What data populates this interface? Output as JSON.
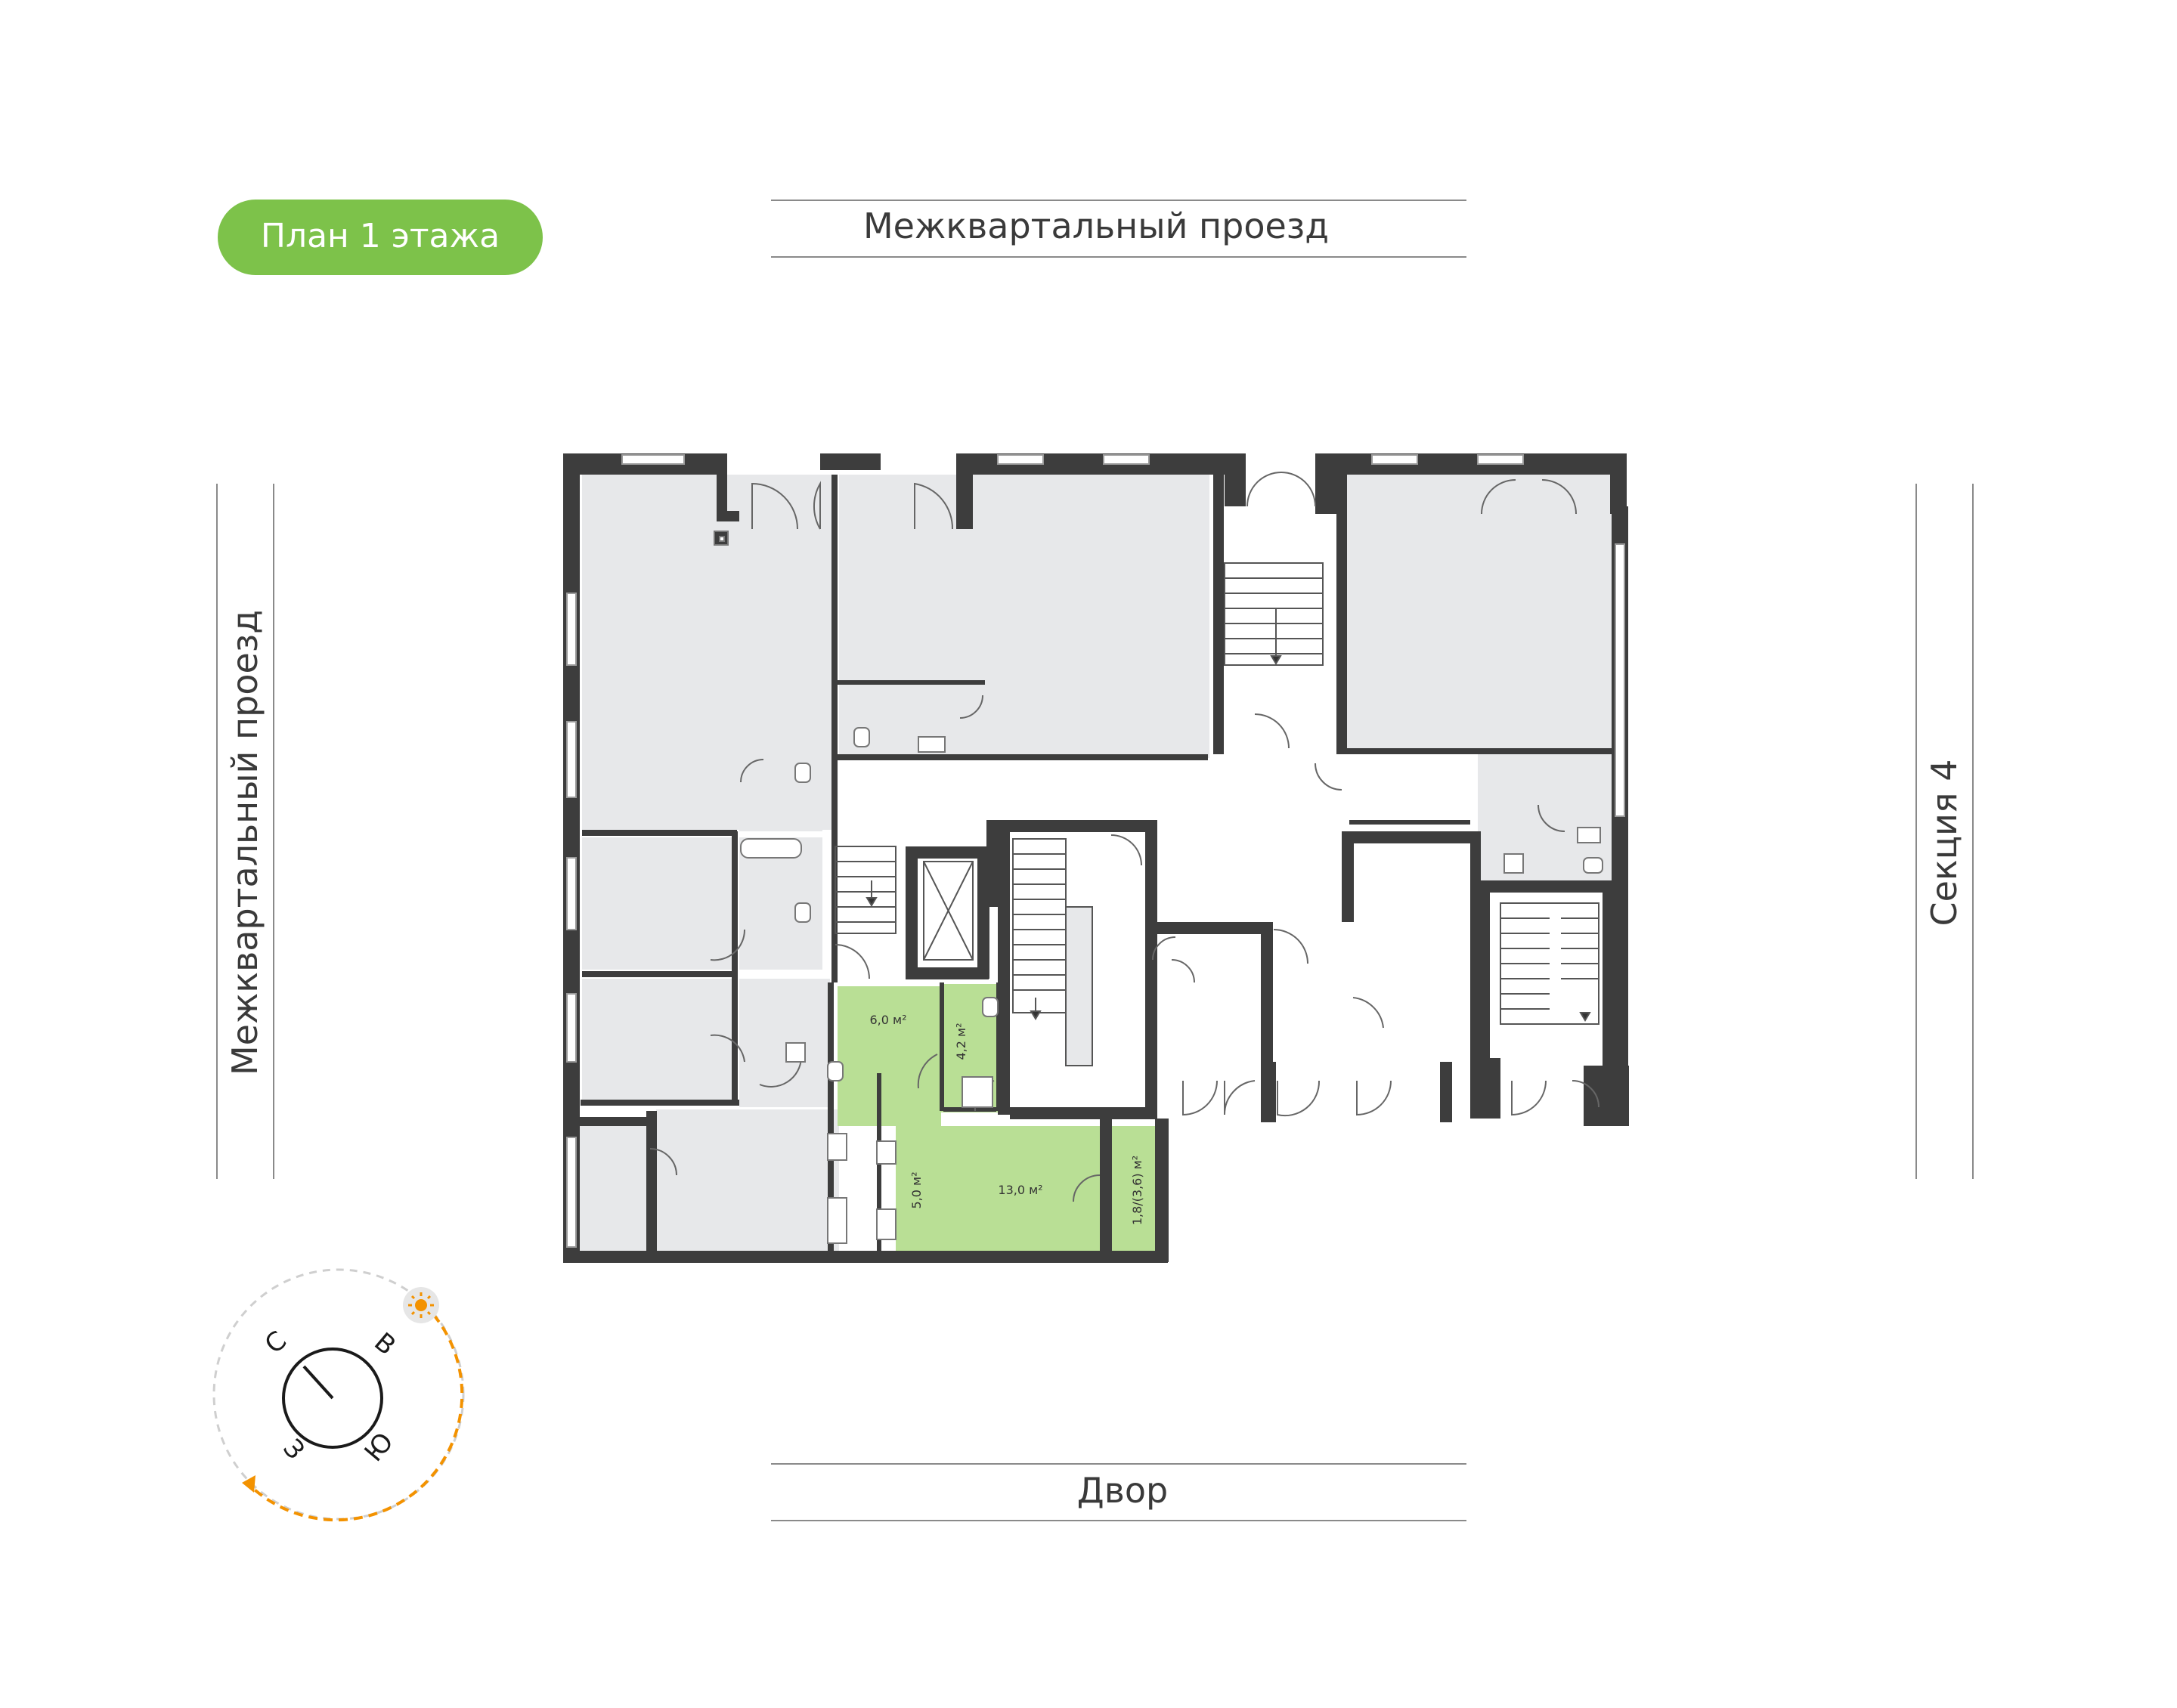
{
  "plan": {
    "title": "План 1 этажа",
    "colors": {
      "accent": "#7dc24a",
      "wall": "#3d3d3d",
      "room_fill": "#e7e8ea",
      "apartment_fill": "#b9df95",
      "sun": "#f39200",
      "compass_dash": "#f39200"
    }
  },
  "streets": {
    "top": "Межквартальный проезд",
    "left": "Межквартальный проезд",
    "right": "Секция 4",
    "bottom": "Двор"
  },
  "apartment": {
    "rooms": [
      {
        "area": "6,0 м²"
      },
      {
        "area": "4,2 м²"
      },
      {
        "area": "5,0 м²"
      },
      {
        "area": "13,0 м²"
      },
      {
        "area": "1,8/(3,6) м²"
      }
    ]
  },
  "compass": {
    "north": "С",
    "east": "В",
    "south": "Ю",
    "west": "З",
    "sun_icon": "sun-icon"
  }
}
